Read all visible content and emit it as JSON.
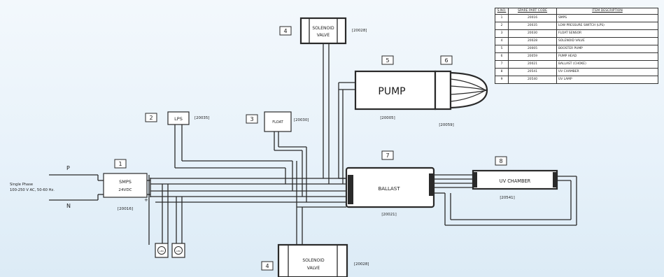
{
  "parts_table": {
    "headers": [
      "S.NO.",
      "SPARE PART CODE",
      "ITEM DESCRIPTION"
    ],
    "rows": [
      {
        "no": "1",
        "code": "20016",
        "desc": "SMPS"
      },
      {
        "no": "2",
        "code": "20035",
        "desc": "LOW PRESSURE SWITCH (LPS)"
      },
      {
        "no": "3",
        "code": "20030",
        "desc": "FLOAT SENSOR"
      },
      {
        "no": "4",
        "code": "20028",
        "desc": "SOLENOID VALVE"
      },
      {
        "no": "5",
        "code": "20005",
        "desc": "BOOSTER PUMP"
      },
      {
        "no": "6",
        "code": "20059",
        "desc": "PUMP HEAD"
      },
      {
        "no": "7",
        "code": "20021",
        "desc": "BALLAST (CHOKE)"
      },
      {
        "no": "8",
        "code": "20541",
        "desc": "UV CHAMBER"
      },
      {
        "no": "9",
        "code": "20540",
        "desc": "UV LAMP"
      }
    ]
  },
  "components": {
    "smps": {
      "num": "1",
      "line1": "SMPS",
      "line2": "24VDC",
      "code": "[20016]"
    },
    "lps": {
      "num": "2",
      "label": "LPS",
      "code": "[20035]"
    },
    "float": {
      "num": "3",
      "label": "FLOAT",
      "code": "[20030]"
    },
    "valve_top": {
      "num": "4",
      "line1": "SOLENOID",
      "line2": "VALVE",
      "code": "[20028]"
    },
    "valve_bottom": {
      "num": "4",
      "line1": "SOLENOID",
      "line2": "VALVE",
      "code": "[20028]"
    },
    "pump": {
      "num": "5",
      "label": "PUMP",
      "code": "[20005]"
    },
    "pump_head": {
      "num": "6",
      "code": "[20059]"
    },
    "ballast": {
      "num": "7",
      "label": "BALLAST",
      "code": "[20021]"
    },
    "uv_chamber": {
      "num": "8",
      "label": "UV CHAMBER",
      "code": "[20541]"
    },
    "leds": [
      "LED",
      "LED"
    ]
  },
  "supply": {
    "phase_label": "Single Phase",
    "spec": "100-250 V AC, 50-60 Hz.",
    "p": "P",
    "n": "N",
    "minus": "-",
    "plus": "+"
  }
}
